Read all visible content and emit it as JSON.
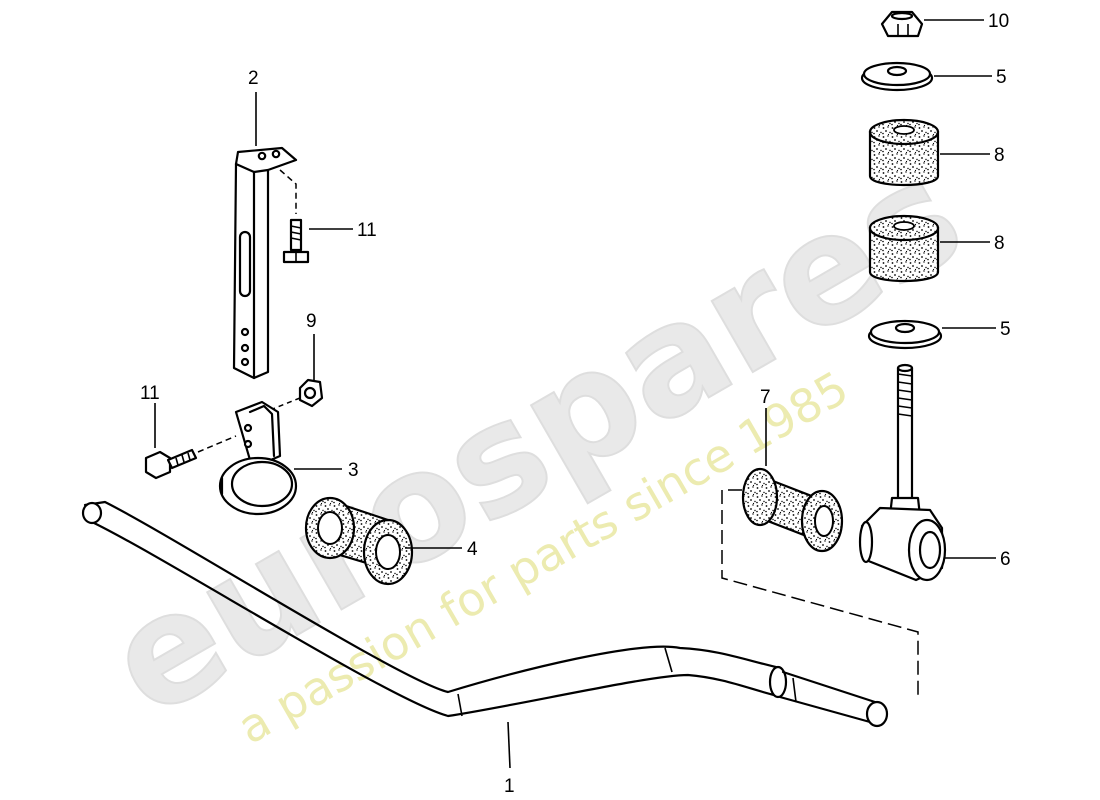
{
  "watermark": {
    "brand": "eurospares",
    "tagline": "a passion for parts since 1985"
  },
  "callouts": [
    {
      "id": "part-1",
      "number": "1"
    },
    {
      "id": "part-2",
      "number": "2"
    },
    {
      "id": "part-3",
      "number": "3"
    },
    {
      "id": "part-4",
      "number": "4"
    },
    {
      "id": "part-5-upper",
      "number": "5"
    },
    {
      "id": "part-5-lower",
      "number": "5"
    },
    {
      "id": "part-6",
      "number": "6"
    },
    {
      "id": "part-7",
      "number": "7"
    },
    {
      "id": "part-8-upper",
      "number": "8"
    },
    {
      "id": "part-8-lower",
      "number": "8"
    },
    {
      "id": "part-9",
      "number": "9"
    },
    {
      "id": "part-10",
      "number": "10"
    },
    {
      "id": "part-11-upper",
      "number": "11"
    },
    {
      "id": "part-11-lower",
      "number": "11"
    }
  ],
  "colors": {
    "ink": "#000000",
    "paper": "#ffffff",
    "watermark_brand": "#e9e9e9",
    "watermark_tagline": "#ecebb0"
  }
}
